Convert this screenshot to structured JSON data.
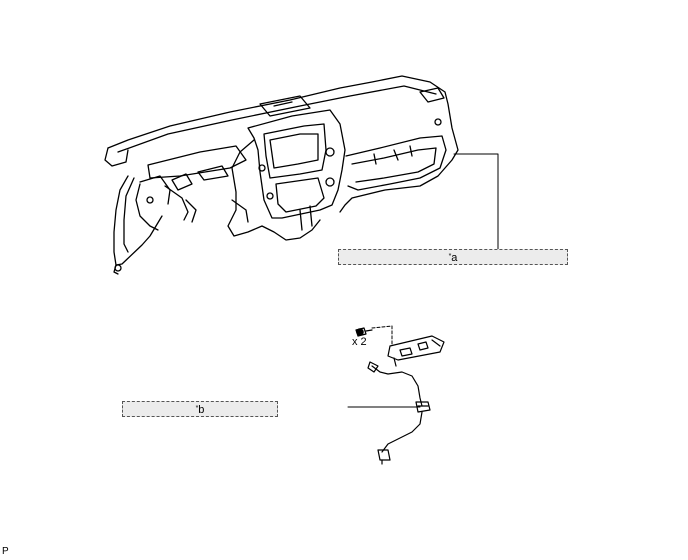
{
  "callouts": {
    "a": {
      "marker": "*",
      "letter": "a"
    },
    "b": {
      "marker": "*",
      "letter": "b"
    }
  },
  "quantity_label": "x 2",
  "footer_code": "P"
}
